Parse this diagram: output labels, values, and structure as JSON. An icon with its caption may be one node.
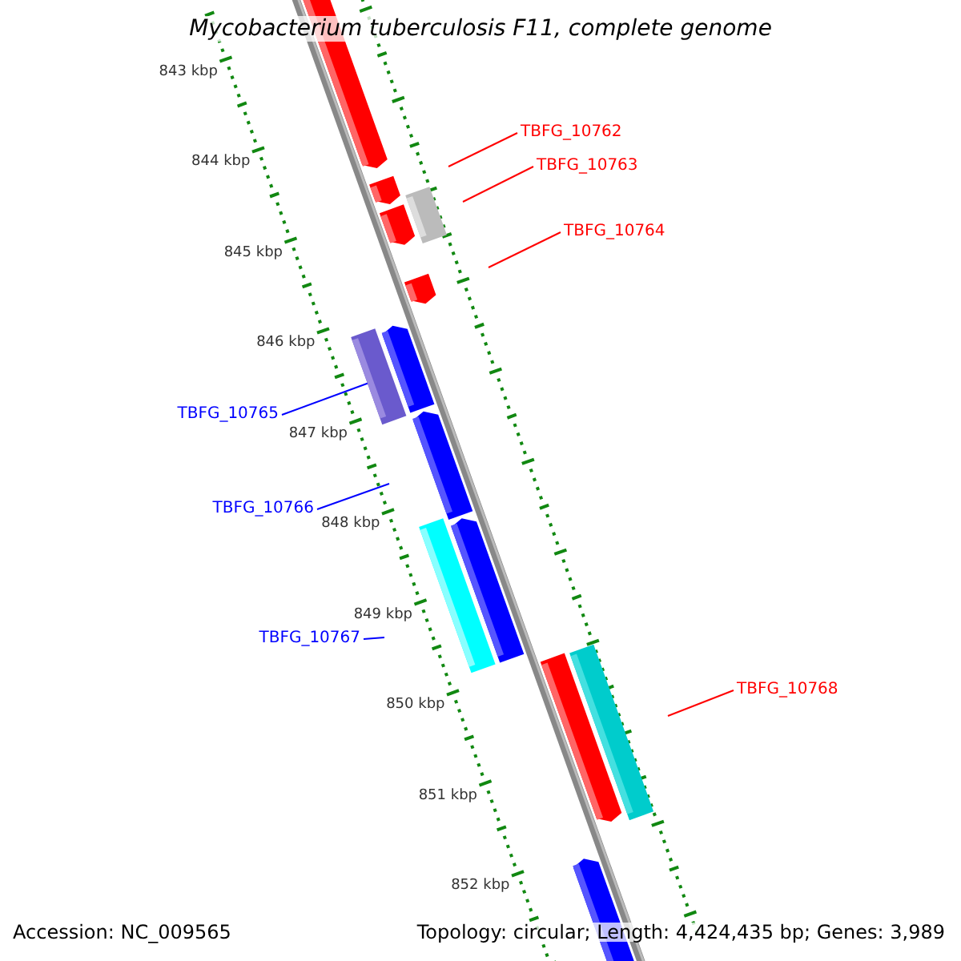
{
  "diagram": {
    "title": "Mycobacterium tuberculosis F11, complete genome",
    "nodes": [
      {
        "text": [
          "TBFG_10762"
        ]
      },
      {
        "text": [
          "TBFG_10763"
        ]
      },
      {
        "text": [
          "TBFG_10764"
        ]
      },
      {
        "text": [
          "TBFG_10765"
        ]
      },
      {
        "text": [
          "TBFG_10766"
        ]
      },
      {
        "text": [
          "TBFG_10767"
        ]
      },
      {
        "text": [
          "TBFG_10768"
        ]
      },
      {
        "text": [],
        "shape": "bar"
      }
    ],
    "edges": [
      {
        "from": 0,
        "to": null,
        "arrow": "none",
        "color": "#ff0000"
      },
      {
        "from": 1,
        "to": null,
        "arrow": "none",
        "color": "#ff0000"
      },
      {
        "from": 2,
        "to": null,
        "arrow": "none",
        "color": "#ff0000"
      },
      {
        "from": 3,
        "to": 7,
        "arrow": "none",
        "color": "#0000ff"
      },
      {
        "from": 4,
        "to": null,
        "arrow": "none",
        "color": "#0000ff"
      },
      {
        "from": 5,
        "to": null,
        "arrow": "none",
        "color": "#0000ff"
      },
      {
        "from": 6,
        "to": null,
        "arrow": "none",
        "color": "#ff0000"
      }
    ],
    "labels": [
      "843 kbp",
      "844 kbp",
      "845 kbp",
      "846 kbp",
      "847 kbp",
      "848 kbp",
      "849 kbp",
      "850 kbp",
      "851 kbp",
      "852 kbp",
      "Accession: NC_009565",
      "Topology: circular; Length: 4,424,435 bp; Genes: 3,989"
    ]
  }
}
